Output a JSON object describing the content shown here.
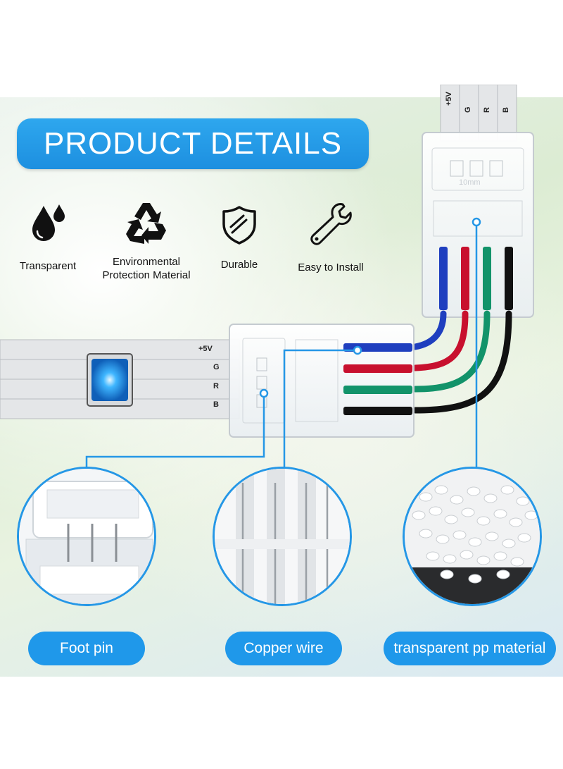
{
  "title": "PRODUCT DETAILS",
  "features": [
    {
      "icon": "water-drops-icon",
      "label_line1": "Transparent",
      "label_line2": ""
    },
    {
      "icon": "recycle-icon",
      "label_line1": "Environmental",
      "label_line2": "Protection Material"
    },
    {
      "icon": "shield-icon",
      "label_line1": "Durable",
      "label_line2": ""
    },
    {
      "icon": "wrench-icon",
      "label_line1": "Easy to Install",
      "label_line2": ""
    }
  ],
  "strip_labels": [
    "+5V",
    "G",
    "R",
    "B"
  ],
  "connector_mark": "10mm",
  "details": [
    {
      "label": "Foot pin"
    },
    {
      "label": "Copper wire"
    },
    {
      "label": "transparent pp material"
    }
  ],
  "colors": {
    "accent": "#1f98ea",
    "wire_blue": "#1f3fbf",
    "wire_red": "#c8102e",
    "wire_green": "#12936a",
    "wire_black": "#111111"
  }
}
